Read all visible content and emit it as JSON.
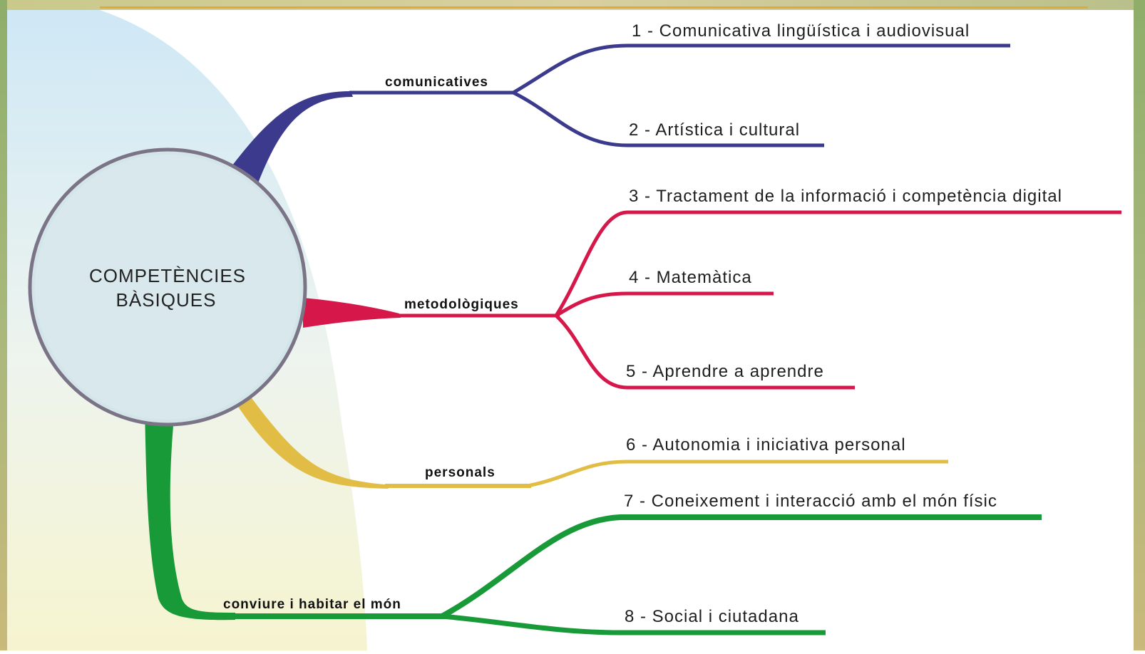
{
  "center": {
    "line1": "COMPETÈNCIES",
    "line2": "BÀSIQUES"
  },
  "branches": [
    {
      "label": "comunicatives",
      "color": "#3b3a8c"
    },
    {
      "label": "metodològiques",
      "color": "#d6174a"
    },
    {
      "label": "personals",
      "color": "#e1bd45"
    },
    {
      "label": "conviure i habitar el món",
      "color": "#199a39"
    }
  ],
  "items": [
    "1 - Comunicativa lingüística i audiovisual",
    "2 - Artística i cultural",
    "3 - Tractament de la informació  i competència digital",
    "4 - Matemàtica",
    "5 - Aprendre a aprendre",
    "6 - Autonomia  i iniciativa personal",
    "7 - Coneixement i interacció amb el món físic",
    "8 - Social i ciutadana"
  ]
}
